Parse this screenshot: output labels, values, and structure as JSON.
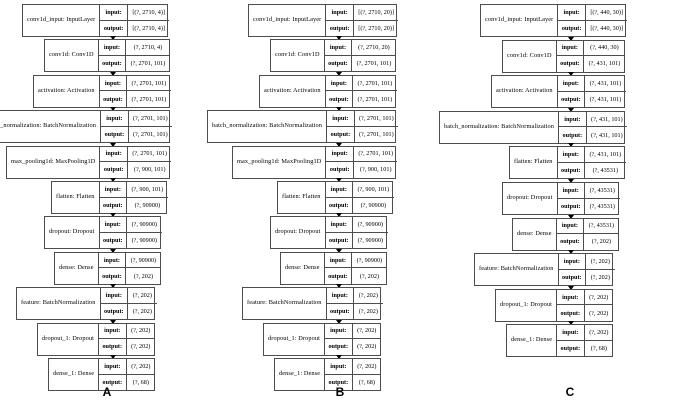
{
  "figure": {
    "type": "neural-network-architecture-diagram",
    "panels": [
      {
        "id": "A",
        "label": "A",
        "io_key_input": "input:",
        "io_key_output": "output:",
        "nodes": [
          {
            "name": "conv1d_input: InputLayer",
            "input": "[(?, 2710, 4)]",
            "output": "[(?, 2710, 4)]"
          },
          {
            "name": "conv1d: Conv1D",
            "input": "(?, 2710, 4)",
            "output": "(?, 2701, 101)"
          },
          {
            "name": "activation: Activation",
            "input": "(?, 2701, 101)",
            "output": "(?, 2701, 101)"
          },
          {
            "name": "batch_normalization: BatchNormalization",
            "input": "(?, 2701, 101)",
            "output": "(?, 2701, 101)"
          },
          {
            "name": "max_pooling1d: MaxPooling1D",
            "input": "(?, 2701, 101)",
            "output": "(?, 900, 101)"
          },
          {
            "name": "flatten: Flatten",
            "input": "(?, 900, 101)",
            "output": "(?, 90900)"
          },
          {
            "name": "dropout: Dropout",
            "input": "(?, 90900)",
            "output": "(?, 90900)"
          },
          {
            "name": "dense: Dense",
            "input": "(?, 90900)",
            "output": "(?, 202)"
          },
          {
            "name": "feature: BatchNormalization",
            "input": "(?, 202)",
            "output": "(?, 202)"
          },
          {
            "name": "dropout_1: Dropout",
            "input": "(?, 202)",
            "output": "(?, 202)"
          },
          {
            "name": "dense_1: Dense",
            "input": "(?, 202)",
            "output": "(?, 68)"
          }
        ]
      },
      {
        "id": "B",
        "label": "B",
        "io_key_input": "input:",
        "io_key_output": "output:",
        "nodes": [
          {
            "name": "conv1d_input: InputLayer",
            "input": "[(?, 2710, 20)]",
            "output": "[(?, 2710, 20)]"
          },
          {
            "name": "conv1d: Conv1D",
            "input": "(?, 2710, 20)",
            "output": "(?, 2701, 101)"
          },
          {
            "name": "activation: Activation",
            "input": "(?, 2701, 101)",
            "output": "(?, 2701, 101)"
          },
          {
            "name": "batch_normalization: BatchNormalization",
            "input": "(?, 2701, 101)",
            "output": "(?, 2701, 101)"
          },
          {
            "name": "max_pooling1d: MaxPooling1D",
            "input": "(?, 2701, 101)",
            "output": "(?, 900, 101)"
          },
          {
            "name": "flatten: Flatten",
            "input": "(?, 900, 101)",
            "output": "(?, 90900)"
          },
          {
            "name": "dropout: Dropout",
            "input": "(?, 90900)",
            "output": "(?, 90900)"
          },
          {
            "name": "dense: Dense",
            "input": "(?, 90900)",
            "output": "(?, 202)"
          },
          {
            "name": "feature: BatchNormalization",
            "input": "(?, 202)",
            "output": "(?, 202)"
          },
          {
            "name": "dropout_1: Dropout",
            "input": "(?, 202)",
            "output": "(?, 202)"
          },
          {
            "name": "dense_1: Dense",
            "input": "(?, 202)",
            "output": "(?, 68)"
          }
        ]
      },
      {
        "id": "C",
        "label": "C",
        "io_key_input": "input:",
        "io_key_output": "output:",
        "nodes": [
          {
            "name": "conv1d_input: InputLayer",
            "input": "[(?, 440, 30)]",
            "output": "[(?, 440, 30)]"
          },
          {
            "name": "conv1d: Conv1D",
            "input": "(?, 440, 30)",
            "output": "(?, 431, 101)"
          },
          {
            "name": "activation: Activation",
            "input": "(?, 431, 101)",
            "output": "(?, 431, 101)"
          },
          {
            "name": "batch_normalization: BatchNormalization",
            "input": "(?, 431, 101)",
            "output": "(?, 431, 101)"
          },
          {
            "name": "flatten: Flatten",
            "input": "(?, 431, 101)",
            "output": "(?, 43531)"
          },
          {
            "name": "dropout: Dropout",
            "input": "(?, 43531)",
            "output": "(?, 43531)"
          },
          {
            "name": "dense: Dense",
            "input": "(?, 43531)",
            "output": "(?, 202)"
          },
          {
            "name": "feature: BatchNormalization",
            "input": "(?, 202)",
            "output": "(?, 202)"
          },
          {
            "name": "dropout_1: Dropout",
            "input": "(?, 202)",
            "output": "(?, 202)"
          },
          {
            "name": "dense_1: Dense",
            "input": "(?, 202)",
            "output": "(?, 68)"
          }
        ]
      }
    ]
  },
  "colors": {
    "box_border": "#4d4d4d",
    "arrow": "#000000",
    "background": "#ffffff",
    "text": "#000000"
  }
}
